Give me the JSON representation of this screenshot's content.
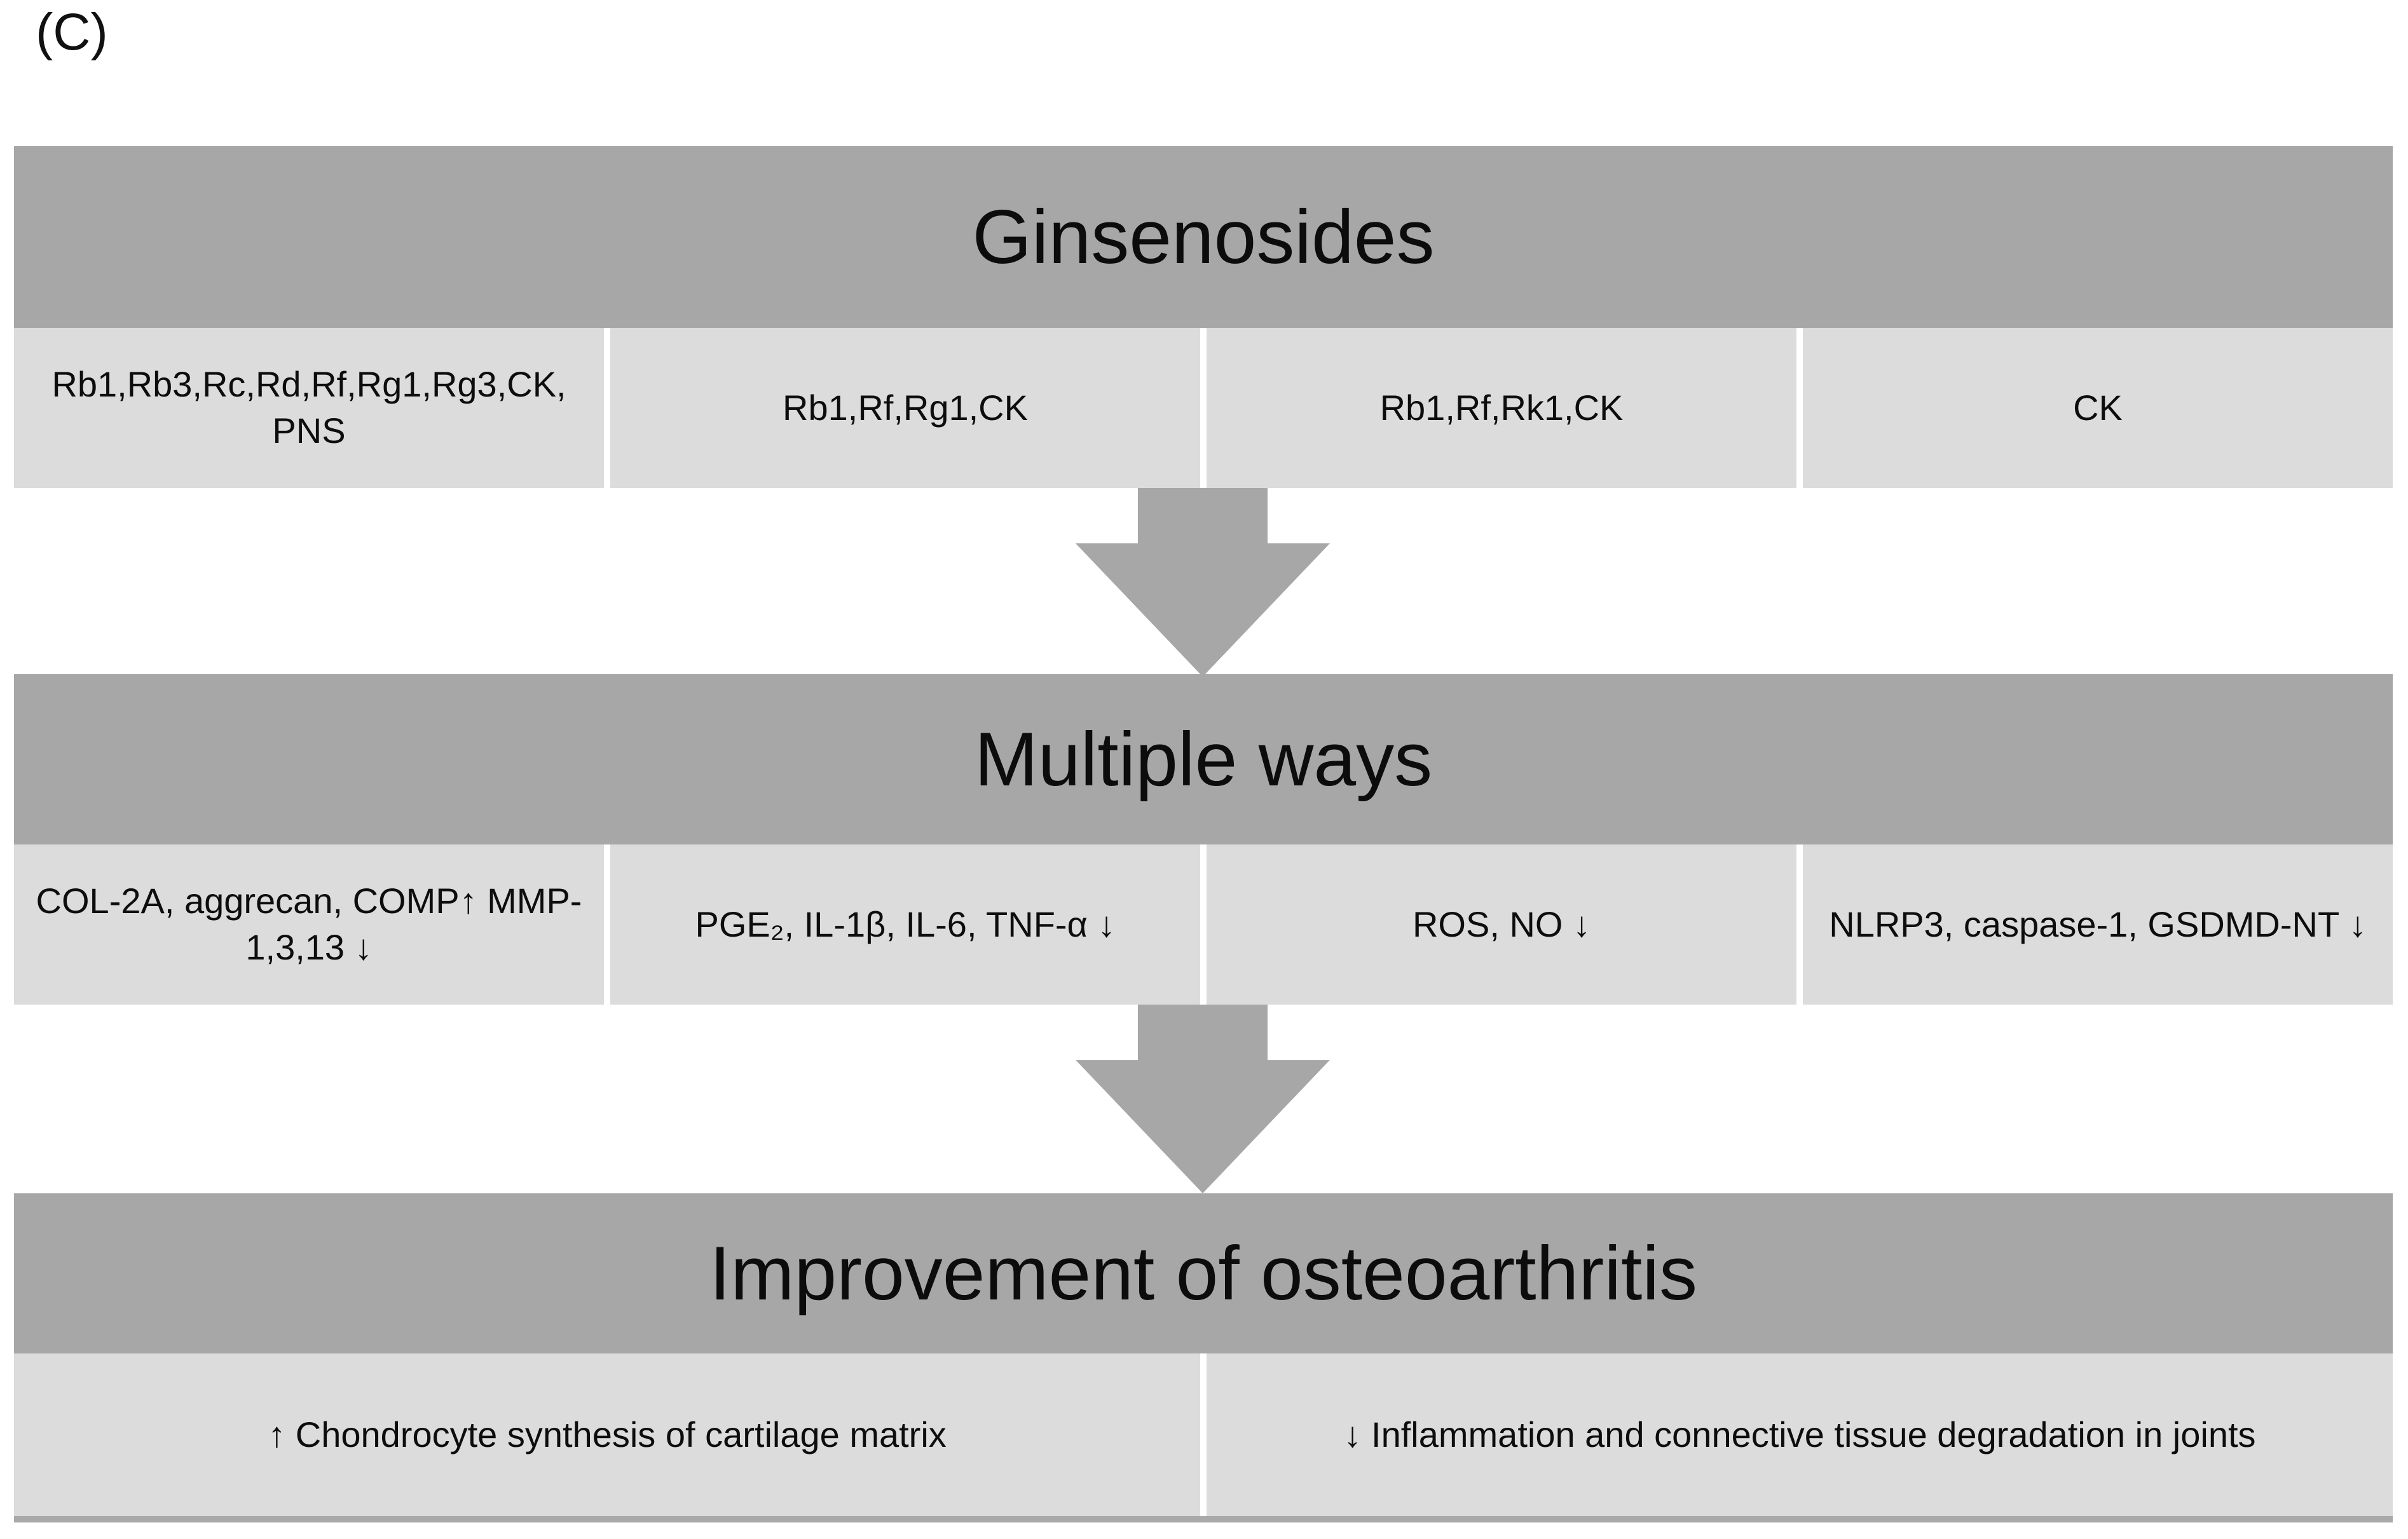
{
  "figure_label": "(C)",
  "colors": {
    "band_gray": "#a7a7a7",
    "cell_gray": "#dcdcdc",
    "arrow_gray": "#a7a7a7",
    "bottom_strip_gray": "#a9a9a9",
    "text_black": "#0d0d0d",
    "background_white": "#ffffff"
  },
  "sections": [
    {
      "header": "Ginsenosides",
      "cells": [
        "Rb1,Rb3,Rc,Rd,Rf,Rg1,Rg3,CK,\nPNS",
        "Rb1,Rf,Rg1,CK",
        "Rb1,Rf,Rk1,CK",
        "CK"
      ]
    },
    {
      "header": "Multiple ways",
      "cells": [
        "COL-2A, aggrecan, COMP↑ MMP-\n1,3,13 ↓",
        "PGE₂, IL-1β, IL-6, TNF-α ↓",
        "ROS, NO ↓",
        "NLRP3, caspase-1, GSDMD-NT ↓"
      ]
    },
    {
      "header": "Improvement of osteoarthritis",
      "cells": [
        "↑ Chondrocyte synthesis of cartilage matrix",
        "↓ Inflammation and connective tissue degradation in joints"
      ]
    }
  ],
  "arrow_icon": "down-block-arrow"
}
